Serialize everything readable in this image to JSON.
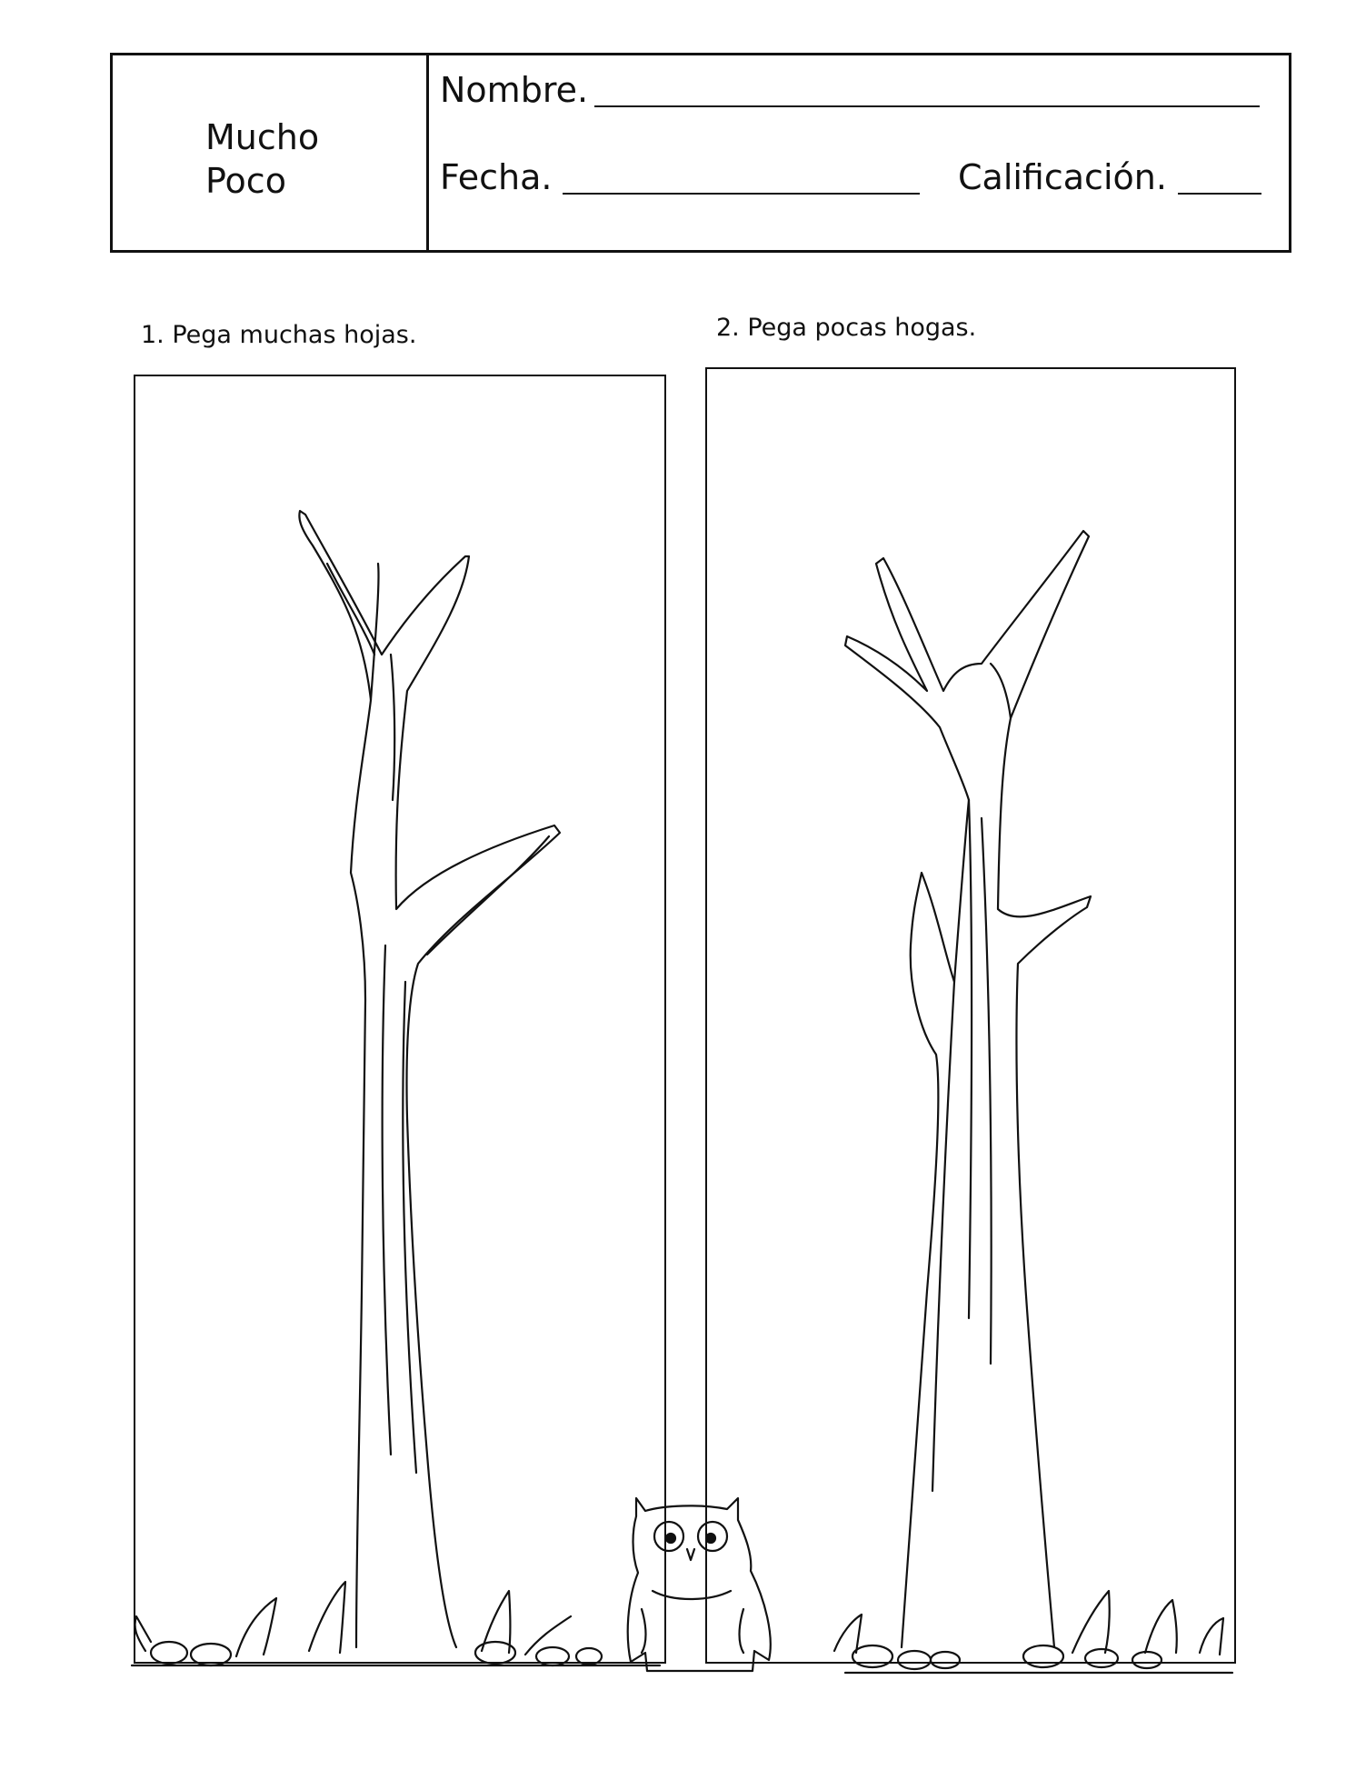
{
  "header": {
    "topic": {
      "line1": "Mucho",
      "line2": "Poco"
    },
    "name_label": "Nombre.",
    "date_label": "Fecha.",
    "grade_label": "Calificación."
  },
  "activities": [
    {
      "label": "1. Pega muchas hojas."
    },
    {
      "label": "2. Pega pocas hogas."
    }
  ]
}
